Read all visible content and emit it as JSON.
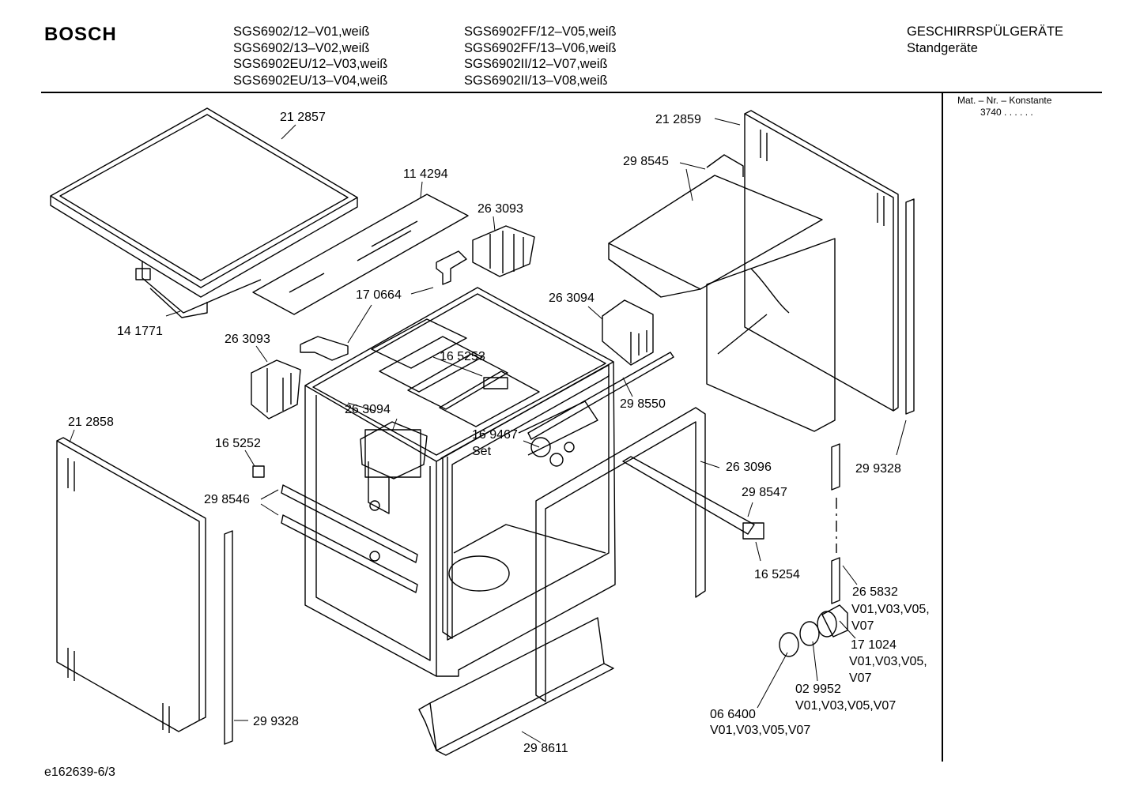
{
  "header": {
    "brand": "BOSCH",
    "models_col1": [
      "SGS6902/12–V01,weiß",
      "SGS6902/13–V02,weiß",
      "SGS6902EU/12–V03,weiß",
      "SGS6902EU/13–V04,weiß"
    ],
    "models_col2": [
      "SGS6902FF/12–V05,weiß",
      "SGS6902FF/13–V06,weiß",
      "SGS6902II/12–V07,weiß",
      "SGS6902II/13–V08,weiß"
    ],
    "category": "GESCHIRRSPÜLGERÄTE",
    "subcategory": "Standgeräte"
  },
  "side_panel": {
    "title": "Mat. – Nr. – Konstante",
    "value": "3740 . . . . . ."
  },
  "footer": {
    "drawing_id": "e162639-6/3"
  },
  "parts": {
    "p212857": "21 2857",
    "p114294": "11 4294",
    "p263093a": "26 3093",
    "p170664": "17 0664",
    "p141771": "14 1771",
    "p263093b": "26 3093",
    "p263094a": "26 3094",
    "p165253": "16 5253",
    "p263094b": "26 3094",
    "p212858": "21 2858",
    "p165252": "16 5252",
    "p298546": "29 8546",
    "p169467": "16 9467",
    "set": "Set",
    "p298550": "29 8550",
    "p212859": "21 2859",
    "p298545": "29 8545",
    "p263096": "26 3096",
    "p299328a": "29 9328",
    "p298547": "29 8547",
    "p165254": "16 5254",
    "p265832": "26 5832",
    "v_a": "V01,V03,V05,",
    "v_a2": "V07",
    "p171024": "17 1024",
    "v_b": "V01,V03,V05,",
    "v_b2": "V07",
    "p029952": "02 9952",
    "v_c": "V01,V03,V05,V07",
    "p066400": "06 6400",
    "v_d": "V01,V03,V05,V07",
    "p299328b": "29 9328",
    "p298611": "29 8611"
  }
}
